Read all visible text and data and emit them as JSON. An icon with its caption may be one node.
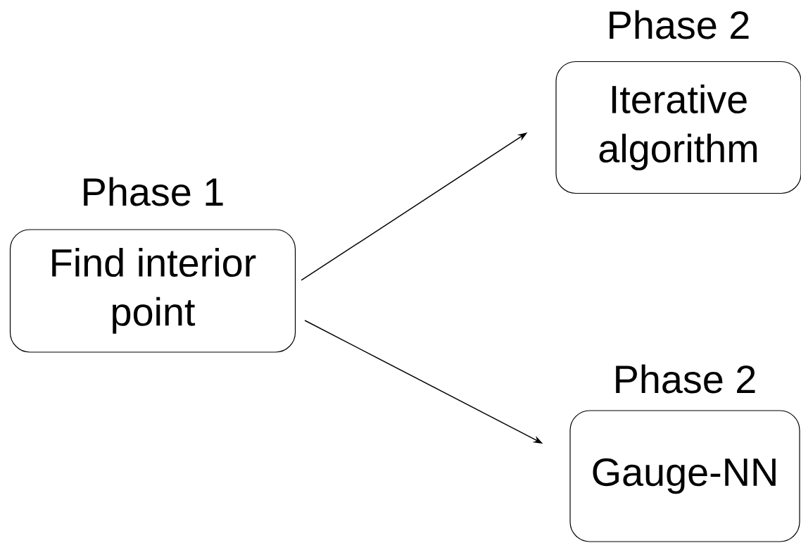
{
  "diagram": {
    "nodes": [
      {
        "text": [
          "Phase 1",
          "Find interior point"
        ]
      },
      {
        "text": [
          "Phase 2",
          "Iterative algorithm"
        ]
      },
      {
        "text": [
          "Phase 2",
          "Gauge-NN"
        ]
      }
    ],
    "edges": [
      {
        "from": 0,
        "to": 1,
        "arrow": "to"
      },
      {
        "from": 0,
        "to": 2,
        "arrow": "to"
      }
    ]
  }
}
